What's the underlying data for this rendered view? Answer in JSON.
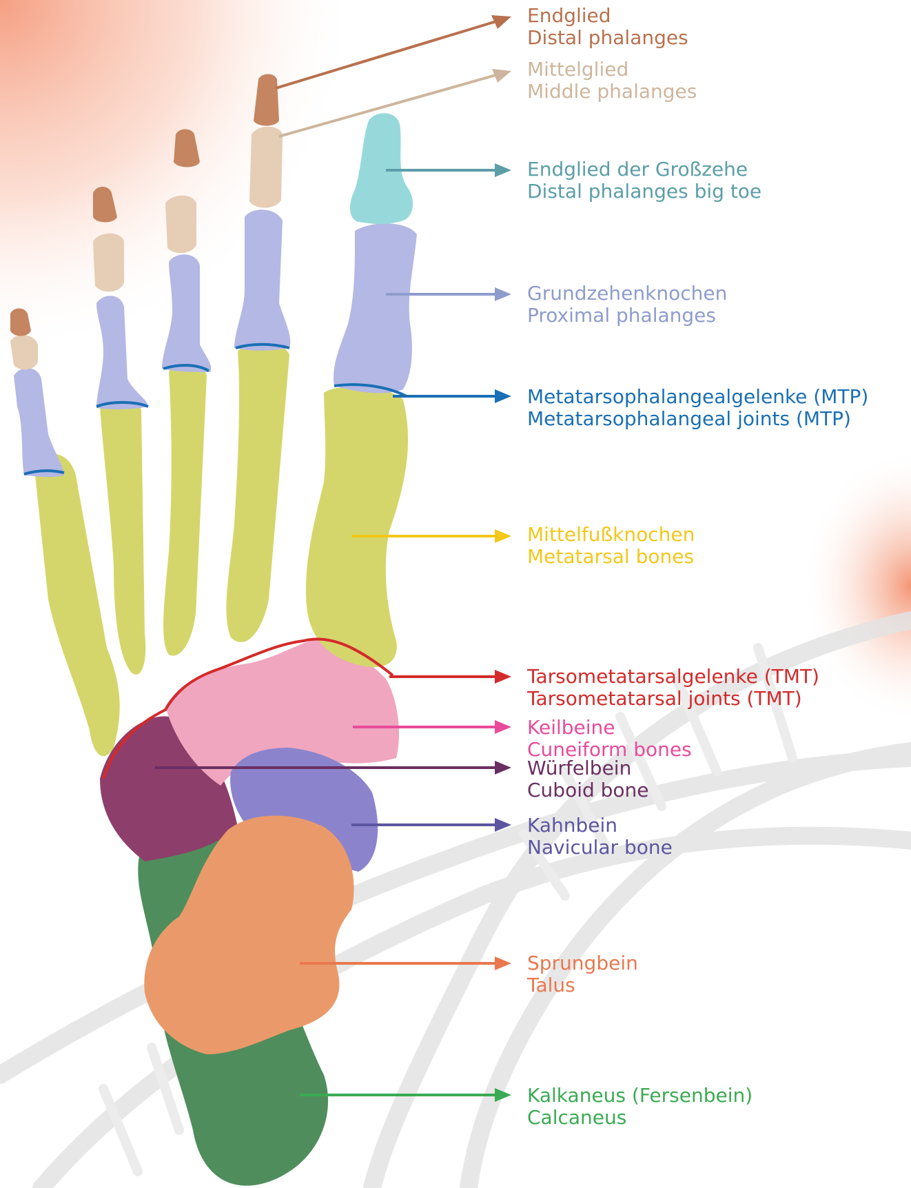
{
  "colors": {
    "distal": "#b8714e",
    "middle": "#cdb69d",
    "bigtoe": "#5b9ea8",
    "proximal": "#8e9ccc",
    "mtp": "#1a6fb5",
    "metatarsal": "#f2c81a",
    "tmt": "#d42a2a",
    "cuneiform": "#e94b9b",
    "cuboid": "#6a2f62",
    "navicular": "#5c56a0",
    "talus": "#e9784f",
    "calcaneus": "#3aab53"
  },
  "labels": [
    {
      "key": "distal",
      "de": "Endglied",
      "en": "Distal phalanges"
    },
    {
      "key": "middle",
      "de": "Mittelglied",
      "en": "Middle phalanges"
    },
    {
      "key": "bigtoe",
      "de": "Endglied der Großzehe",
      "en": "Distal phalanges big toe"
    },
    {
      "key": "proximal",
      "de": "Grundzehenknochen",
      "en": "Proximal phalanges"
    },
    {
      "key": "mtp",
      "de": "Metatarsophalangealgelenke (MTP)",
      "en": "Metatarsophalangeal joints (MTP)"
    },
    {
      "key": "metatarsal",
      "de": "Mittelfußknochen",
      "en": "Metatarsal bones"
    },
    {
      "key": "tmt",
      "de": "Tarsometatarsalgelenke (TMT)",
      "en": "Tarsometatarsal joints (TMT)"
    },
    {
      "key": "cuneiform",
      "de": "Keilbeine",
      "en": "Cuneiform bones"
    },
    {
      "key": "cuboid",
      "de": "Würfelbein",
      "en": "Cuboid bone"
    },
    {
      "key": "navicular",
      "de": "Kahnbein",
      "en": "Navicular bone"
    },
    {
      "key": "talus",
      "de": "Sprungbein",
      "en": "Talus"
    },
    {
      "key": "calcaneus",
      "de": "Kalkaneus (Fersenbein)",
      "en": "Calcaneus"
    }
  ]
}
